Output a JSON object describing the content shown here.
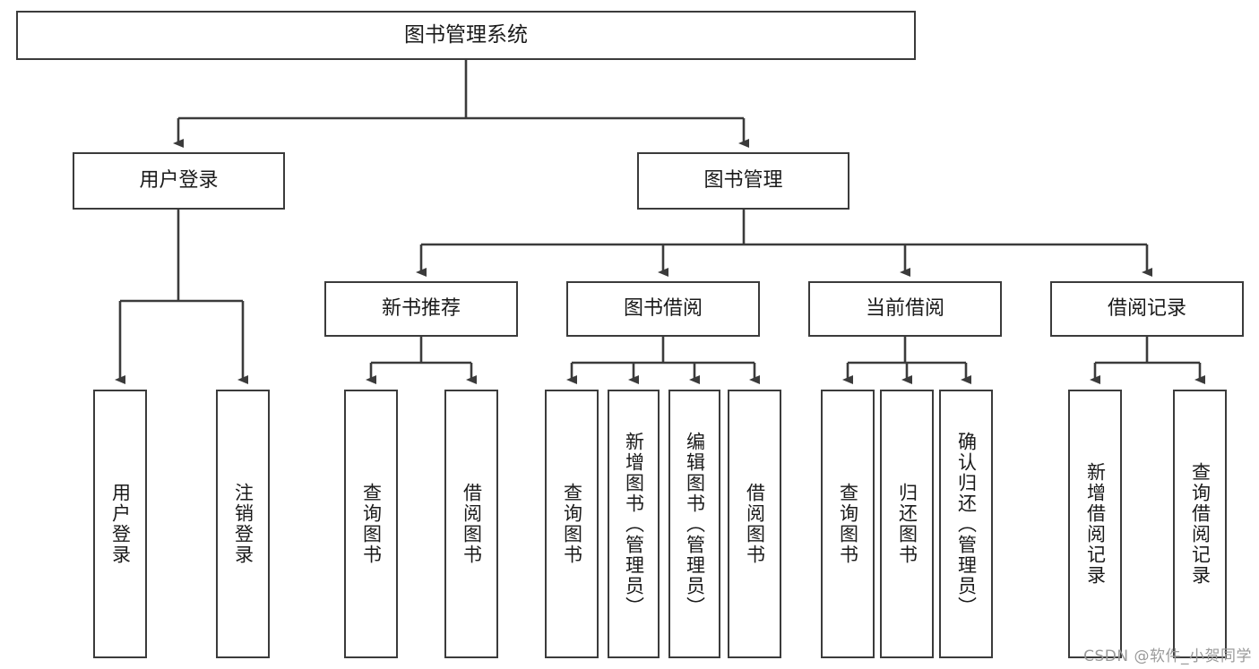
{
  "diagram": {
    "title": "图书管理系统",
    "type": "tree-hierarchy-chart",
    "root": {
      "id": "root",
      "label": "图书管理系统"
    },
    "level2": [
      {
        "id": "user-login",
        "label": "用户登录"
      },
      {
        "id": "book-manage",
        "label": "图书管理"
      }
    ],
    "level3": [
      {
        "id": "new-book-recommend",
        "label": "新书推荐",
        "parent": "book-manage"
      },
      {
        "id": "book-borrow",
        "label": "图书借阅",
        "parent": "book-manage"
      },
      {
        "id": "current-borrow",
        "label": "当前借阅",
        "parent": "book-manage"
      },
      {
        "id": "borrow-record",
        "label": "借阅记录",
        "parent": "book-manage"
      }
    ],
    "leaves": [
      {
        "id": "leaf-user-login",
        "label": "用户登录",
        "parent": "user-login"
      },
      {
        "id": "leaf-logout-login",
        "label": "注销登录",
        "parent": "user-login"
      },
      {
        "id": "leaf-query-book-1",
        "label": "查询图书",
        "parent": "new-book-recommend"
      },
      {
        "id": "leaf-borrow-book-1",
        "label": "借阅图书",
        "parent": "new-book-recommend"
      },
      {
        "id": "leaf-query-book-2",
        "label": "查询图书",
        "parent": "book-borrow"
      },
      {
        "id": "leaf-add-book",
        "label": "新增图书（管理员）",
        "parent": "book-borrow"
      },
      {
        "id": "leaf-edit-book",
        "label": "编辑图书（管理员）",
        "parent": "book-borrow"
      },
      {
        "id": "leaf-borrow-book-2",
        "label": "借阅图书",
        "parent": "book-borrow"
      },
      {
        "id": "leaf-query-book-3",
        "label": "查询图书",
        "parent": "current-borrow"
      },
      {
        "id": "leaf-return-book",
        "label": "归还图书",
        "parent": "current-borrow"
      },
      {
        "id": "leaf-confirm-return",
        "label": "确认归还（管理员）",
        "parent": "current-borrow"
      },
      {
        "id": "leaf-add-borrow-record",
        "label": "新增借阅记录",
        "parent": "borrow-record"
      },
      {
        "id": "leaf-query-borrow-record",
        "label": "查询借阅记录",
        "parent": "borrow-record"
      }
    ]
  },
  "watermark": {
    "text": "CSDN @软件_小贺同学"
  },
  "colors": {
    "stroke": "#3b3b3b",
    "node_fill": "#ffffff",
    "text": "#1a1a1a",
    "watermark": "#9a9a9a",
    "background": "#ffffff"
  }
}
